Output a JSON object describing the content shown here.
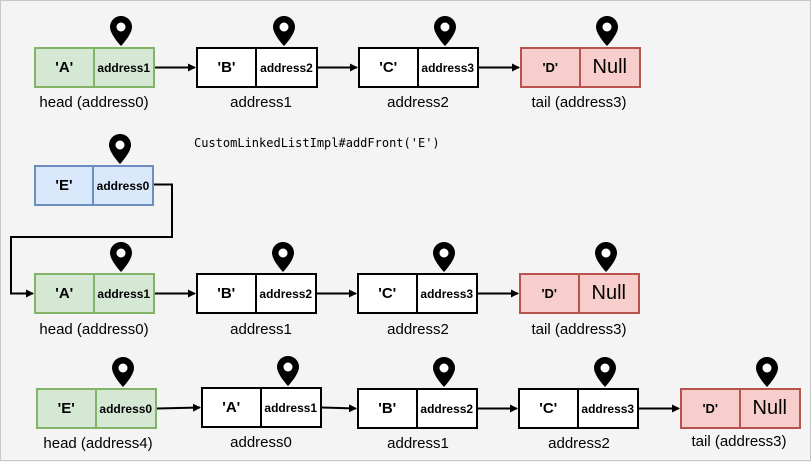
{
  "operation": "CustomLinkedListImpl#addFront('E')",
  "rows": [
    {
      "nodes": [
        {
          "value": "'A'",
          "pointer": "address1",
          "label": "head (address0)",
          "style": "green"
        },
        {
          "value": "'B'",
          "pointer": "address2",
          "label": "address1",
          "style": "white"
        },
        {
          "value": "'C'",
          "pointer": "address3",
          "label": "address2",
          "style": "white"
        },
        {
          "value": "'D'",
          "pointer": "Null",
          "label": "tail (address3)",
          "style": "red"
        }
      ]
    },
    {
      "nodes": [
        {
          "value": "'E'",
          "pointer": "address0",
          "label": "",
          "style": "blue"
        }
      ]
    },
    {
      "nodes": [
        {
          "value": "'A'",
          "pointer": "address1",
          "label": "head (address0)",
          "style": "green"
        },
        {
          "value": "'B'",
          "pointer": "address2",
          "label": "address1",
          "style": "white"
        },
        {
          "value": "'C'",
          "pointer": "address3",
          "label": "address2",
          "style": "white"
        },
        {
          "value": "'D'",
          "pointer": "Null",
          "label": "tail (address3)",
          "style": "red"
        }
      ]
    },
    {
      "nodes": [
        {
          "value": "'E'",
          "pointer": "address0",
          "label": "head (address4)",
          "style": "green"
        },
        {
          "value": "'A'",
          "pointer": "address1",
          "label": "address0",
          "style": "white"
        },
        {
          "value": "'B'",
          "pointer": "address2",
          "label": "address1",
          "style": "white"
        },
        {
          "value": "'C'",
          "pointer": "address3",
          "label": "address2",
          "style": "white"
        },
        {
          "value": "'D'",
          "pointer": "Null",
          "label": "tail (address3)",
          "style": "red"
        }
      ]
    }
  ],
  "colors": {
    "green_fill": "#d5e8d4",
    "green_stroke": "#82b366",
    "blue_fill": "#dae8fc",
    "blue_stroke": "#6c8ebf",
    "red_fill": "#f8cecc",
    "red_stroke": "#b85450",
    "white_fill": "#ffffff"
  },
  "icons": [
    "map-pin-icon"
  ]
}
